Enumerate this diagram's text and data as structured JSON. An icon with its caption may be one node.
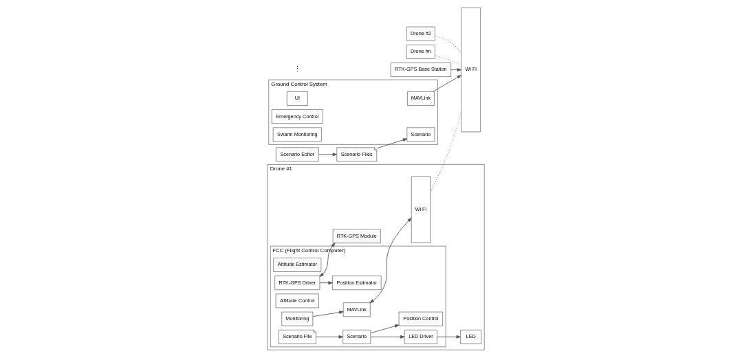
{
  "diagram": {
    "nodes": [
      {
        "text": [
          "Drone #1"
        ]
      },
      {
        "text": [
          "LED"
        ],
        "in": 0
      },
      {
        "text": [
          "RTK-GPS Module"
        ],
        "in": 0
      },
      {
        "text": [
          "FCC (Flight Control Computer)"
        ],
        "in": 0
      },
      {
        "text": [
          "LED Driver"
        ],
        "in": 3
      },
      {
        "text": [
          "Position Estimator"
        ],
        "in": 3
      },
      {
        "text": [
          "Attitude Estimator"
        ],
        "in": 3
      },
      {
        "text": [
          "RTK-GPS Driver"
        ],
        "in": 3
      },
      {
        "text": [
          "Scenario"
        ],
        "in": 3
      },
      {
        "text": [
          "Position Control"
        ],
        "in": 3
      },
      {
        "text": [
          "Attitude Control"
        ],
        "in": 3
      },
      {
        "text": [
          "MAVLink"
        ],
        "in": 3
      },
      {
        "text": [
          "Scenario File"
        ],
        "in": 3
      },
      {
        "text": [
          "Monitoring"
        ],
        "in": 3
      },
      {
        "text": [
          "Wi Fi"
        ],
        "in": 0
      },
      {
        "text": [
          "Drone #2"
        ]
      },
      {
        "text": [
          "Drone #n"
        ]
      },
      {
        "text": [
          "Wi Fi"
        ]
      },
      {
        "text": [
          "RTK-GPS Base Station"
        ]
      },
      {
        "text": [
          "Ground Control System"
        ]
      },
      {
        "text": [
          "UI"
        ],
        "in": 19
      },
      {
        "text": [
          "MAVLink"
        ],
        "in": 19
      },
      {
        "text": [
          "Emergency Control"
        ],
        "in": 19
      },
      {
        "text": [
          "Swarm Monitoring"
        ],
        "in": 19
      },
      {
        "text": [
          "Scenario"
        ],
        "in": 19
      },
      {
        "text": [
          "Scenario Files"
        ]
      },
      {
        "text": [
          "Scenario Editor"
        ]
      }
    ],
    "edges": [
      {
        "from": 4,
        "to": 1,
        "arrow": "to"
      },
      {
        "from": 8,
        "to": 4,
        "arrow": "to"
      },
      {
        "from": 12,
        "to": 8,
        "arrow": "to"
      },
      {
        "from": 8,
        "to": 9,
        "arrow": "to"
      },
      {
        "from": 7,
        "to": 5,
        "arrow": "to"
      },
      {
        "from": 7,
        "to": 2,
        "arrow": "both"
      },
      {
        "from": 11,
        "to": 14,
        "arrow": "both"
      },
      {
        "from": 13,
        "to": 11,
        "arrow": "to"
      },
      {
        "from": 14,
        "to": 17,
        "arrow": "none",
        "style": "dashed"
      },
      {
        "from": 15,
        "to": 17,
        "arrow": "none",
        "style": "dashed"
      },
      {
        "from": 16,
        "to": 17,
        "arrow": "none",
        "style": "dashed"
      },
      {
        "from": 18,
        "to": 17,
        "arrow": "to"
      },
      {
        "from": 21,
        "to": 17,
        "arrow": "to"
      },
      {
        "from": 25,
        "to": 24,
        "arrow": "to"
      },
      {
        "from": 26,
        "to": 25,
        "arrow": "to"
      }
    ],
    "labels": [
      "⋮"
    ]
  }
}
